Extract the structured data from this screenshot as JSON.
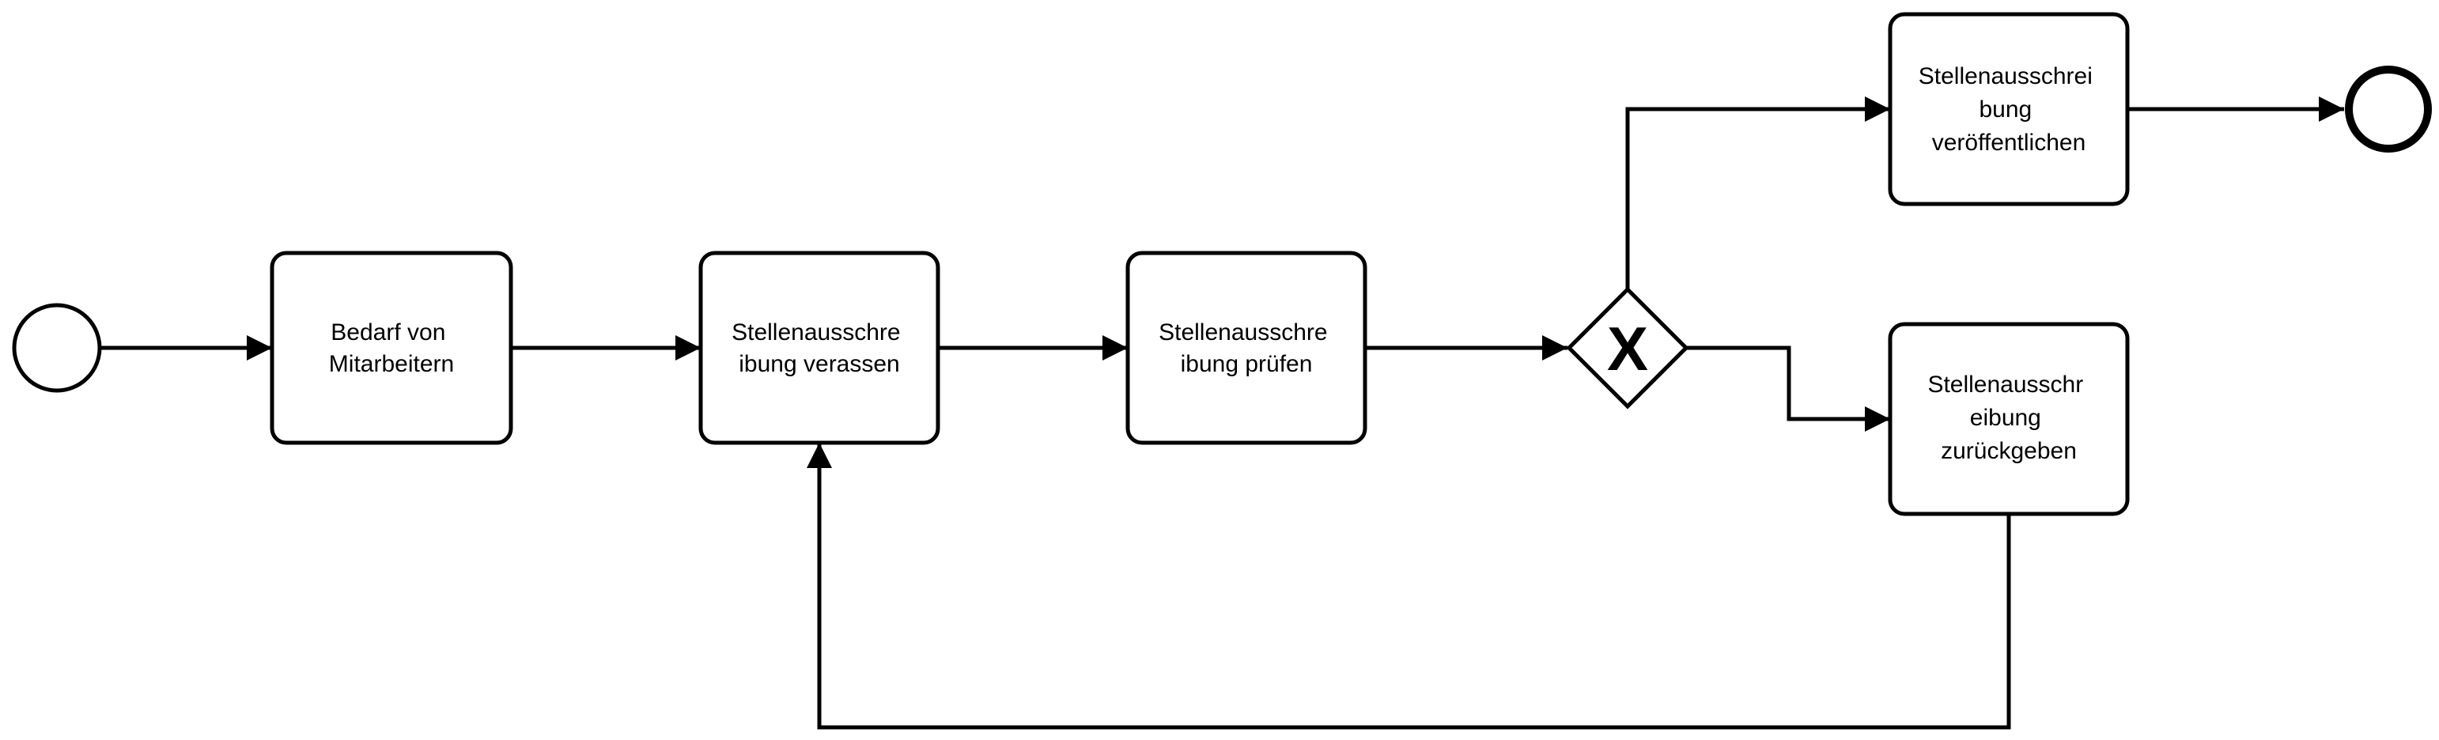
{
  "diagram": {
    "type": "bpmn-process",
    "tasks": {
      "bedarf": {
        "lines": [
          "Bedarf von",
          "Mitarbeitern"
        ]
      },
      "verfassen": {
        "lines": [
          "Stellenausschre",
          "ibung verassen"
        ]
      },
      "pruefen": {
        "lines": [
          "Stellenausschre",
          "ibung prüfen"
        ]
      },
      "veroeffentlichen": {
        "lines": [
          "Stellenausschrei",
          "bung",
          "veröffentlichen"
        ]
      },
      "zurueckgeben": {
        "lines": [
          "Stellenausschr",
          "eibung",
          "zurückgeben"
        ]
      }
    },
    "gateway": {
      "symbol": "X"
    }
  }
}
